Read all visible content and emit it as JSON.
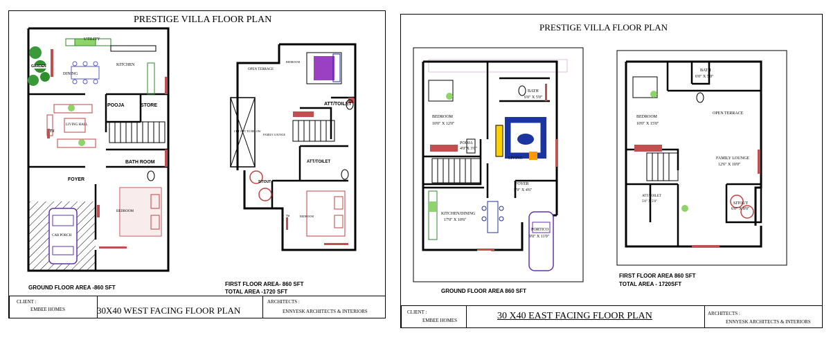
{
  "west": {
    "title": "PRESTIGE VILLA FLOOR PLAN",
    "rooms": {
      "utility": "UTILITY",
      "garden": "GARDEN",
      "dining": "DINING",
      "kitchen": "KITCHEN",
      "pooja": "POOJA",
      "store": "STORE",
      "living": "LIVING HALL",
      "bath": "BATH ROOM",
      "foyer": "FOYER",
      "bedroom": "BEDROOM",
      "car_porch": "CAR PORCH",
      "tv": "TV",
      "open_terrace": "OPEN TERRACE",
      "bedroom_ff": "BEDROOM",
      "att_toilet": "ATT/TOILET",
      "family_lounge": "FAMILY LOUNGE",
      "cutout": "CUT OUT TO BELOW",
      "att_toilet2": "ATT/TOILET",
      "sitout": "SITOUT",
      "bedroom_ff2": "BEDROOM",
      "tv2": "TV"
    },
    "ground_area": "GROUND FLOOR AREA -860 SFT",
    "first_area": "FIRST FLOOR AREA- 860 SFT",
    "total_area": "TOTAL AREA -1720 SFT",
    "client_label": "CLIENT :",
    "client_name": "EMBEE HOMES",
    "plan_title": "30X40 WEST FACING  FLOOR PLAN",
    "architects_label": "ARCHITECTS :",
    "architects_name": "ENNYESK  ARCHITECTS & INTERIORS"
  },
  "east": {
    "title": "PRESTIGE VILLA FLOOR PLAN",
    "rooms": {
      "bedroom": "BEDROOM",
      "bedroom_size": "10'0\" X 12'0\"",
      "bath": "BATH",
      "bath_size": "6'0\" X 5'0\"",
      "pooja": "POOJA",
      "pooja_size": "4'0\"X 3'0\"",
      "living": "LIVING",
      "foyer": "FOYER",
      "foyer_size": "5'9\" X 4'6\"",
      "kitchen": "KITCHEN/DINING",
      "kitchen_size": "17'0\" X 10'6\"",
      "portico": "PORTICO",
      "portico_size": "9'0\" X 11'0\"",
      "bath_ff": "BATH",
      "bath_ff_size": "6'0\" X 5'0\"",
      "bedroom_ff": "BEDROOM",
      "bedroom_ff_size": "10'0\" X 15'0\"",
      "open_terrace": "OPEN TERRACE",
      "family_lounge": "FAMILY LOUNGE",
      "family_lounge_size": "12'6\" X 10'0\"",
      "att_toilet": "ATT/TOILET",
      "att_toilet_size": "5'0\" X 5'0\"",
      "sitout": "SITOUT",
      "sitout_size": "6'0\" X 8'0\""
    },
    "ground_area": "GROUND FLOOR AREA 860 SFT",
    "first_area": "FIRST FLOOR AREA 860 SFT",
    "total_area": "TOTAL AREA - 1720SFT",
    "client_label": "CLIENT :",
    "client_name": "EMBEE HOMES",
    "plan_title": "30 X40 EAST FACING  FLOOR PLAN",
    "architects_label": "ARCHITECTS :",
    "architects_name": "ENNYESK  ARCHITECTS & INTERIORS"
  }
}
